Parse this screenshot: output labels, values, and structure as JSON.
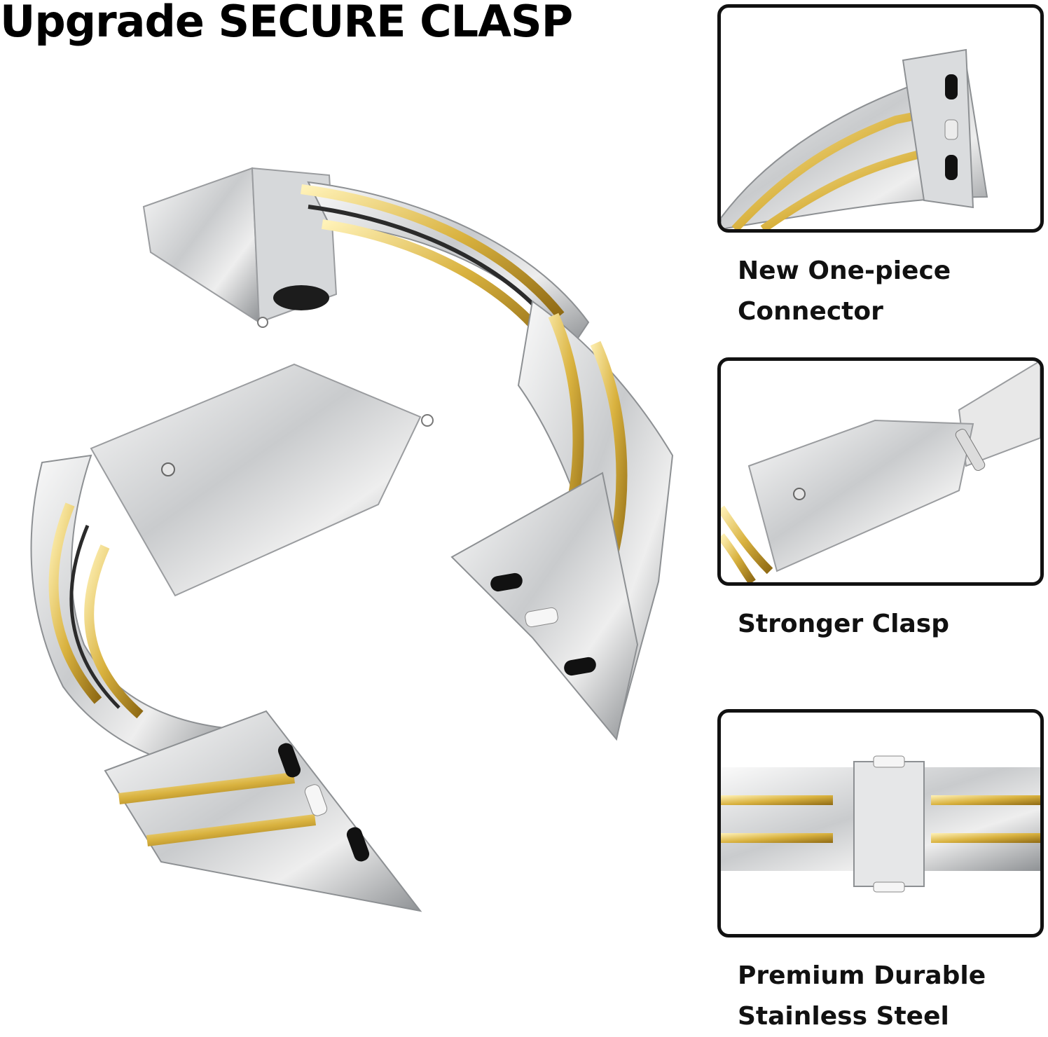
{
  "header": {
    "title": "Upgrade SECURE CLASP"
  },
  "features": [
    {
      "lines": [
        "New One-piece",
        "Connector"
      ]
    },
    {
      "lines": [
        "Stronger Clasp"
      ]
    },
    {
      "lines": [
        "Premium Durable",
        "Stainless Steel"
      ]
    }
  ],
  "colors": {
    "steel_light": "#f2f2f2",
    "steel_mid": "#c4c6c8",
    "steel_dark": "#8d9093",
    "gold_light": "#fbe9a6",
    "gold_mid": "#d9b23f",
    "gold_dark": "#8f6a14",
    "pin_black": "#111111",
    "border": "#111111"
  }
}
